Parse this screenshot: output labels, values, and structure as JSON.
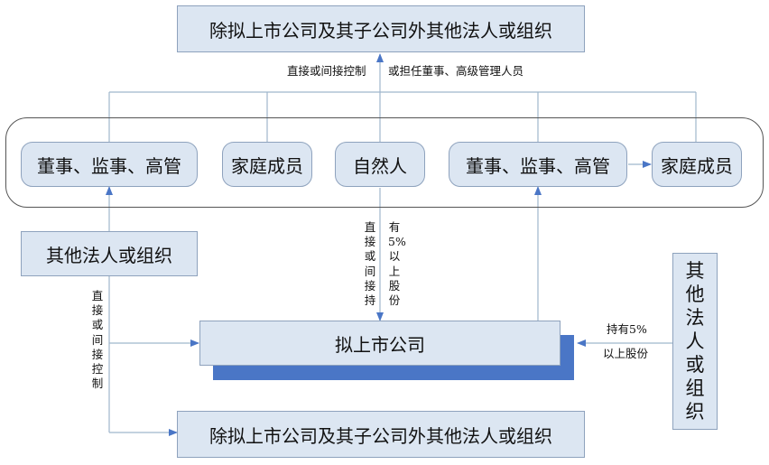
{
  "boxes": {
    "top_outside": "除拟上市公司及其子公司外其他法人或组织",
    "bottom_outside": "除拟上市公司及其子公司外其他法人或组织",
    "directors_left": "董事、监事、高管",
    "family_left": "家庭成员",
    "natural_person": "自然人",
    "directors_right": "董事、监事、高管",
    "family_right": "家庭成员",
    "other_entity_left": "其他法人或组织",
    "listed_company": "拟上市公司",
    "other_entity_right": "其他法人或组织"
  },
  "labels": {
    "control_top": "直接或间接控制",
    "or_serve": "或担任董事、高级管理人员",
    "holding_direct": "直接或间接持",
    "holding_share": "有5%以上股份",
    "control_left": "直接或间接控制",
    "right_hold_1": "持有5%",
    "right_hold_2": "以上股份"
  },
  "colors": {
    "box_fill": "#dce6f2",
    "box_border": "#8ea2bd",
    "line": "#9fb6cc",
    "arrow": "#4a76c6",
    "shadow": "#4a76c6"
  }
}
